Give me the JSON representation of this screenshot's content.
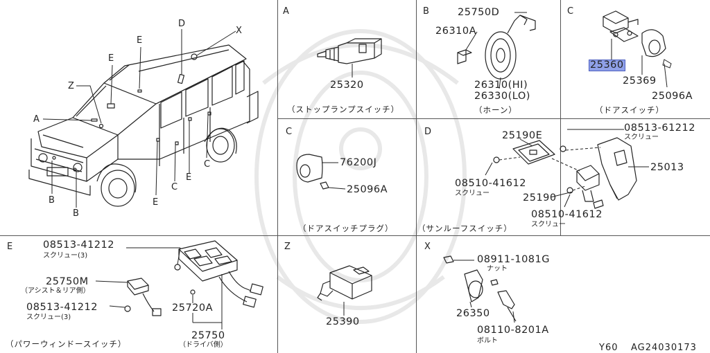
{
  "vehicle": {
    "markers": [
      "A",
      "Z",
      "E",
      "E",
      "D",
      "X",
      "B",
      "B",
      "E",
      "C",
      "E",
      "C"
    ]
  },
  "panel_A": {
    "letter": "A",
    "part": "25320",
    "caption": "（ストップランプスイッチ）"
  },
  "panel_B": {
    "letter": "B",
    "parts": [
      "25750D",
      "26310A",
      "26310(HI)",
      "26330(LO)"
    ],
    "caption": "（ホーン）"
  },
  "panel_C1": {
    "letter": "C",
    "parts": [
      "25360",
      "25369",
      "25096A"
    ],
    "selected_part": "25360",
    "caption": "（ドアスイッチ）"
  },
  "panel_C2": {
    "letter": "C",
    "parts": [
      "76200J",
      "25096A"
    ],
    "caption": "（ドアスイッチプラグ）"
  },
  "panel_D": {
    "letter": "D",
    "parts": [
      "25190E",
      "08513-61212",
      "25013",
      "08510-41612",
      "25190",
      "08510-41612"
    ],
    "screw": "スクリュー",
    "caption": "（サンルーフスイッチ）"
  },
  "panel_E": {
    "letter": "E",
    "parts": [
      "08513-41212",
      "25750M",
      "08513-41212",
      "25720A",
      "25750"
    ],
    "screw_qty": "スクリュー(3)",
    "assist_note": "（アシスト＆リア側）",
    "driver_note": "（ドライバ側）",
    "caption": "（パワーウィンドースイッチ）"
  },
  "panel_Z": {
    "letter": "Z",
    "part": "25390"
  },
  "panel_X": {
    "letter": "X",
    "parts": [
      "08911-1081G",
      "26350",
      "08110-8201A"
    ],
    "nut": "ナット",
    "bolt": "ボルト"
  },
  "footer": {
    "model": "Y60",
    "diagram_id": "AG24030173"
  },
  "colors": {
    "line": "#222222",
    "highlight": "#8fa0e8",
    "watermark": "#e6e6e6"
  }
}
